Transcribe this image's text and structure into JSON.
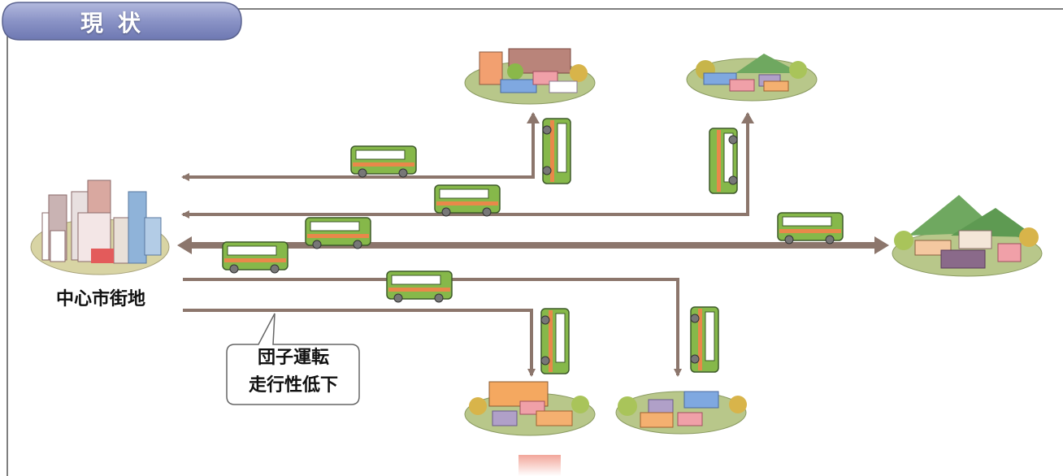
{
  "header": {
    "title": "現状"
  },
  "labels": {
    "city_center": "中心市街地",
    "callout_line1": "団子運転",
    "callout_line2": "走行性低下"
  },
  "colors": {
    "header_fill": "#8d96c8",
    "road": "#8c766c",
    "bus_body": "#86b84a",
    "bus_stripe": "#e9884a",
    "island_green": "#b8c78a"
  }
}
